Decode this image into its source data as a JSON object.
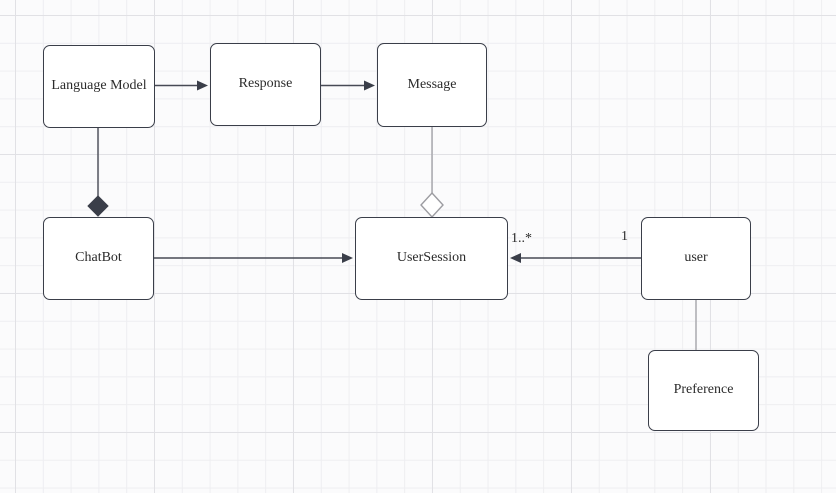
{
  "diagram": {
    "type": "uml-class-diagram",
    "nodes": [
      {
        "id": "language-model",
        "label": "Language Model"
      },
      {
        "id": "response",
        "label": "Response"
      },
      {
        "id": "message",
        "label": "Message"
      },
      {
        "id": "chatbot",
        "label": "ChatBot"
      },
      {
        "id": "user-session",
        "label": "UserSession"
      },
      {
        "id": "user",
        "label": "user"
      },
      {
        "id": "preference",
        "label": "Preference"
      }
    ],
    "edges": [
      {
        "from": "Language Model",
        "to": "Response",
        "type": "directed-arrow"
      },
      {
        "from": "Response",
        "to": "Message",
        "type": "directed-arrow"
      },
      {
        "from": "Language Model",
        "to": "ChatBot",
        "type": "composition-filled-diamond"
      },
      {
        "from": "Message",
        "to": "UserSession",
        "type": "aggregation-hollow-diamond"
      },
      {
        "from": "ChatBot",
        "to": "UserSession",
        "type": "directed-arrow"
      },
      {
        "from": "user",
        "to": "UserSession",
        "type": "directed-arrow",
        "source_multiplicity": "1",
        "target_multiplicity": "1..*"
      },
      {
        "from": "user",
        "to": "Preference",
        "type": "plain-line"
      }
    ],
    "colors": {
      "node_fill": "#ffffff",
      "node_border": "#3a3e49",
      "edge_dark": "#474a55",
      "edge_light": "#a5a5aa",
      "text": "#2b2b2b",
      "grid_minor": "#eeeef1",
      "grid_major": "#e1e1e5",
      "canvas_bg": "#fbfbfc"
    }
  }
}
